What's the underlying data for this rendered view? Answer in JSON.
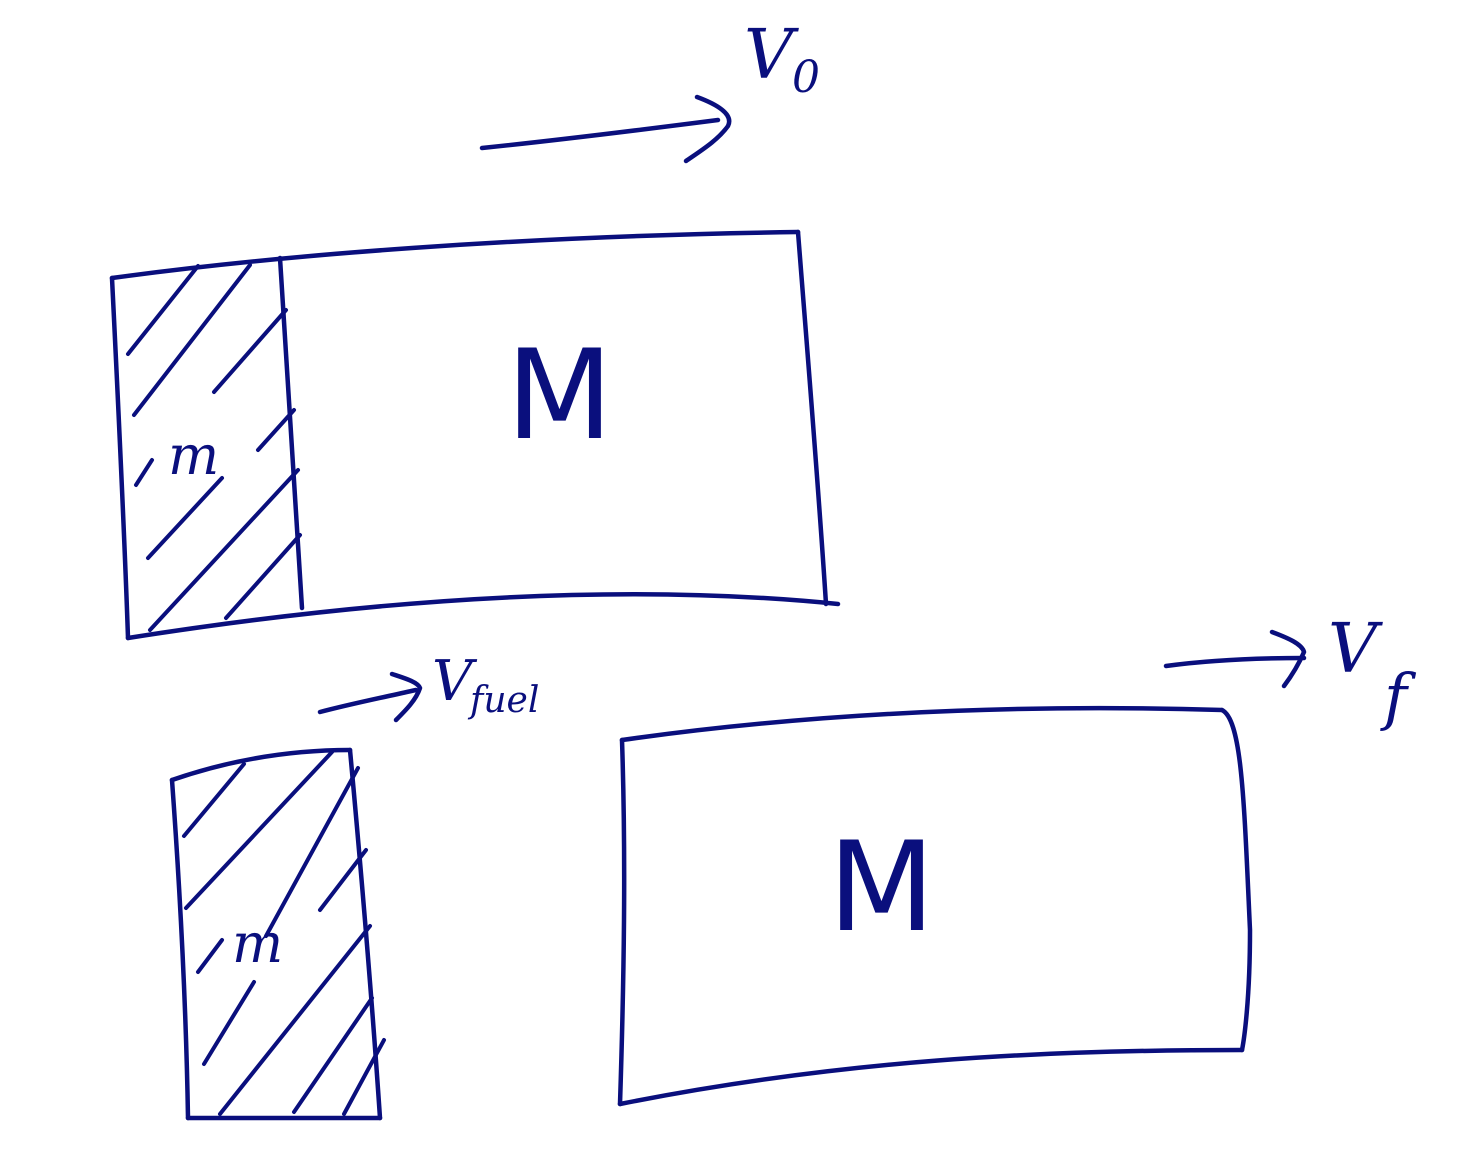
{
  "ink_color": "#0a0f7d",
  "before": {
    "velocity_label": "V0",
    "velocity_label_main": "V",
    "velocity_label_sub": "0",
    "fuel_label": "m",
    "ship_label": "M"
  },
  "after": {
    "fuel_velocity_label": "Vfuel",
    "fuel_velocity_main": "V",
    "fuel_velocity_sub": "fuel",
    "fuel_label": "m",
    "ship_label": "M",
    "velocity_label": "Vf",
    "velocity_label_main": "V",
    "velocity_label_sub": "f"
  }
}
